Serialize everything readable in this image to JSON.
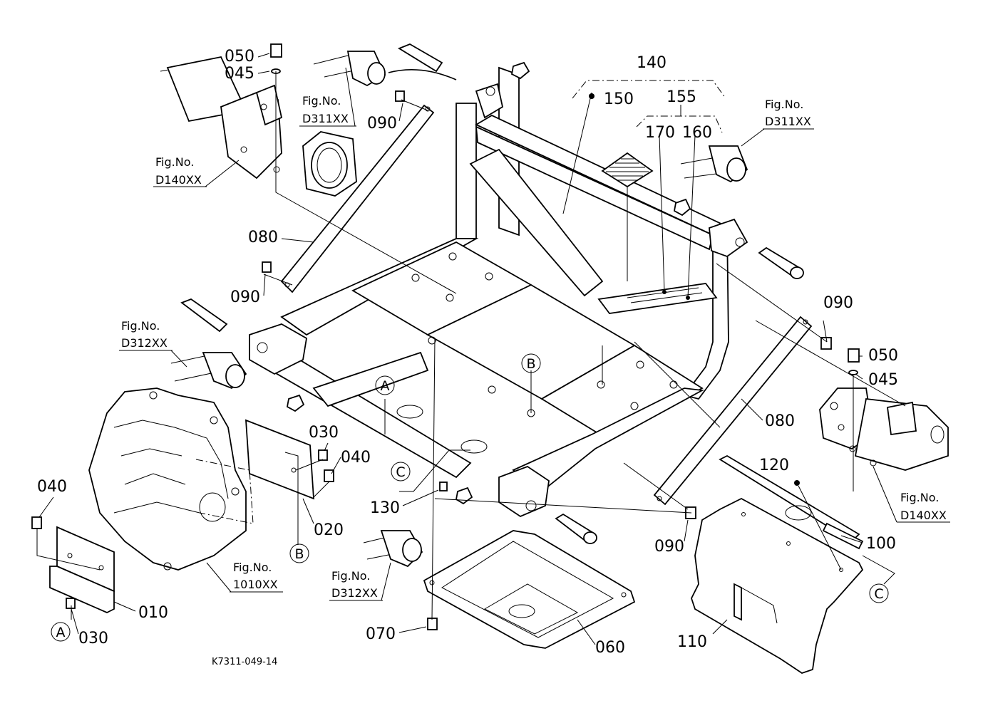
{
  "drawing_code": "K7311-049-14",
  "parts": {
    "p010": "010",
    "p020": "020",
    "p030a": "030",
    "p030b": "030",
    "p040a": "040",
    "p040b": "040",
    "p045a": "045",
    "p045b": "045",
    "p050a": "050",
    "p050b": "050",
    "p060": "060",
    "p070": "070",
    "p080a": "080",
    "p080b": "080",
    "p090a": "090",
    "p090b": "090",
    "p090c": "090",
    "p090d": "090",
    "p100": "100",
    "p110": "110",
    "p120": "120",
    "p130": "130",
    "p140": "140",
    "p150": "150",
    "p155": "155",
    "p160": "160",
    "p170": "170"
  },
  "references": [
    {
      "label": "Fig.No.",
      "code": "D311XX"
    },
    {
      "label": "Fig.No.",
      "code": "D311XX"
    },
    {
      "label": "Fig.No.",
      "code": "D140XX"
    },
    {
      "label": "Fig.No.",
      "code": "D140XX"
    },
    {
      "label": "Fig.No.",
      "code": "D312XX"
    },
    {
      "label": "Fig.No.",
      "code": "D312XX"
    },
    {
      "label": "Fig.No.",
      "code": "1010XX"
    }
  ],
  "callouts": {
    "a1": "A",
    "a2": "A",
    "b1": "B",
    "b2": "B",
    "c1": "C",
    "c2": "C"
  }
}
